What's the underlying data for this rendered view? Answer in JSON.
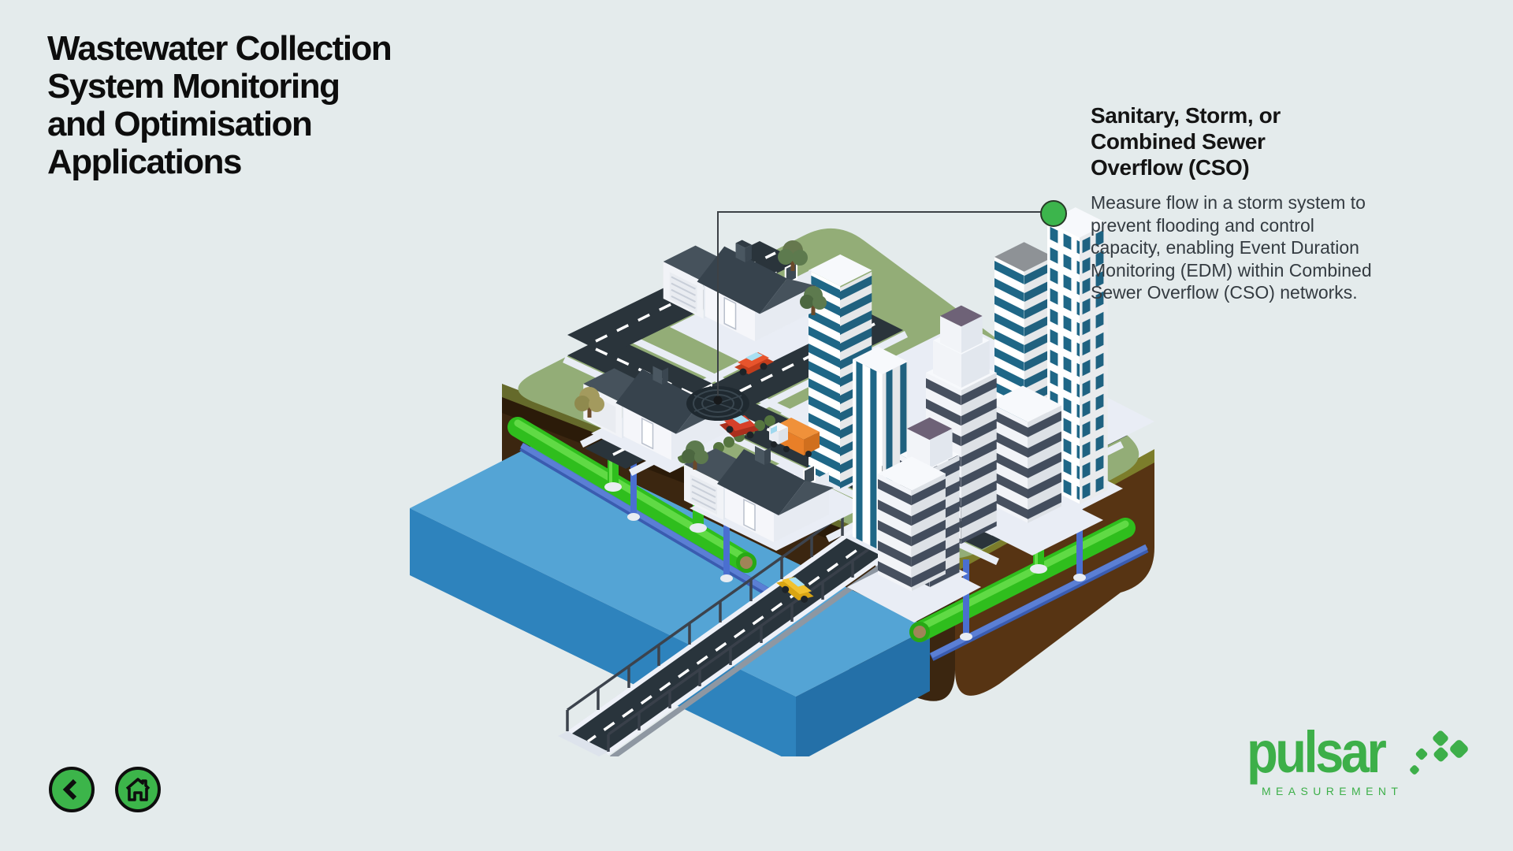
{
  "title": {
    "text": "Wastewater Collection\nSystem Monitoring\nand Optimisation\nApplications"
  },
  "callout": {
    "heading": "Sanitary, Storm, or\nCombined Sewer\nOverflow (CSO)",
    "body": "Measure flow in a storm system to\nprevent flooding and control\ncapacity, enabling Event Duration\nMonitoring (EDM) within Combined\nSewer Overflow (CSO) networks.",
    "marker_color": "#3cb54c"
  },
  "logo": {
    "brand": "pulsar",
    "tagline": "MEASUREMENT",
    "color": "#3daf49"
  },
  "palette": {
    "background": "#e4ebec",
    "title_color": "#0d0d0d",
    "nav_button_green": "#3cb54a",
    "grass_green": "#93ad77",
    "road_dark": "#2a343b",
    "water_blue_top": "#54a4d5",
    "water_blue_side": "#2e83bd",
    "earth_brown_left": "#3b2610",
    "earth_brown_right": "#573413",
    "sewer_pipe_green": "#2fbe1d",
    "water_pipe_blue": "#5b7fd4",
    "building_teal": "#1f6787",
    "window_slate": "#47505f",
    "roof_slate": "#37434d",
    "sidewalk": "#e9edf5"
  }
}
